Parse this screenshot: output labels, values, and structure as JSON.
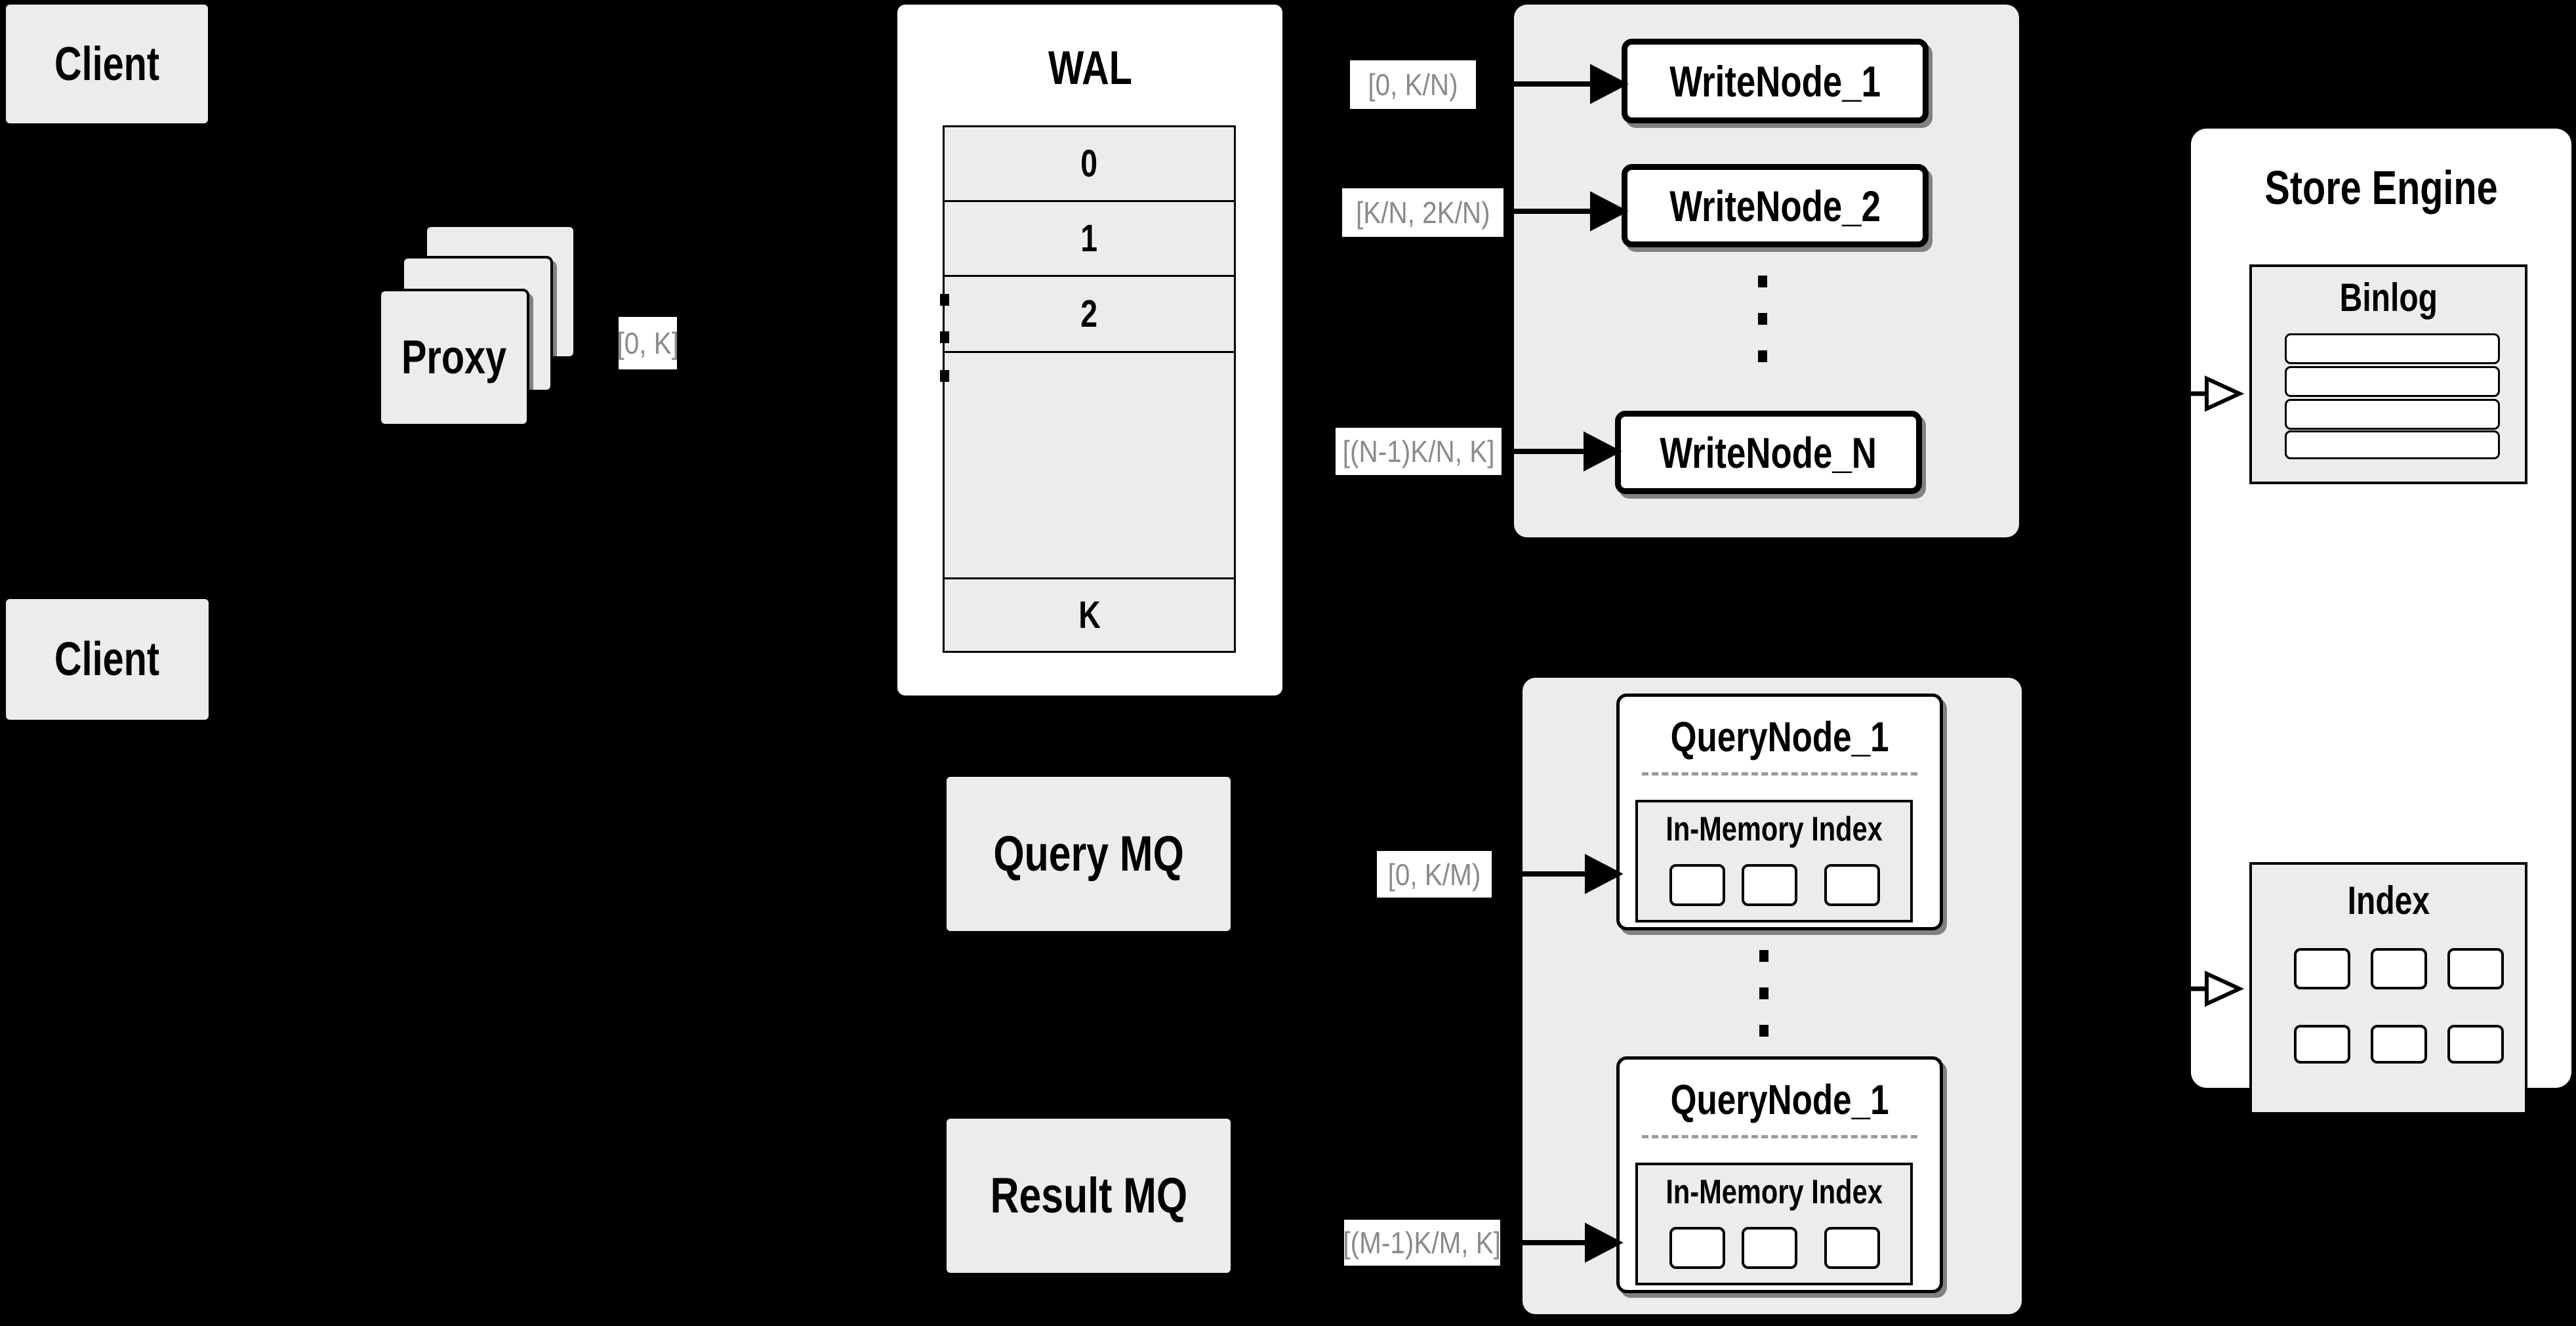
{
  "clients": {
    "top": {
      "label": "Client"
    },
    "bottom": {
      "label": "Client"
    }
  },
  "proxy": {
    "label": "Proxy"
  },
  "chips": {
    "proxy_range": "[0, K]",
    "write_node_1": "[0, K/N)",
    "write_node_2": "[K/N, 2K/N)",
    "write_node_n": "[(N-1)K/N, K]",
    "query_node_1": "[0, K/M)",
    "query_node_m": "[(M-1)K/M, K]"
  },
  "wal": {
    "title": "WAL",
    "rows": [
      {
        "label": "0"
      },
      {
        "label": "1"
      },
      {
        "label": "2"
      },
      {
        "label": "K"
      }
    ]
  },
  "write_nodes": {
    "node_1": "WriteNode_1",
    "node_2": "WriteNode_2",
    "node_n": "WriteNode_N"
  },
  "mq": {
    "query": "Query MQ",
    "result": "Result MQ"
  },
  "query_nodes": {
    "top": {
      "title": "QueryNode_1",
      "memory_index": "In-Memory Index"
    },
    "bottom": {
      "title": "QueryNode_1",
      "memory_index": "In-Memory Index"
    }
  },
  "store_engine": {
    "title": "Store Engine",
    "binlog": "Binlog",
    "index": "Index"
  },
  "colors": {
    "background": "#000000",
    "panel": "#ececec",
    "surface": "#ffffff",
    "chip_text": "#8a8a8a",
    "stroke": "#000000"
  }
}
